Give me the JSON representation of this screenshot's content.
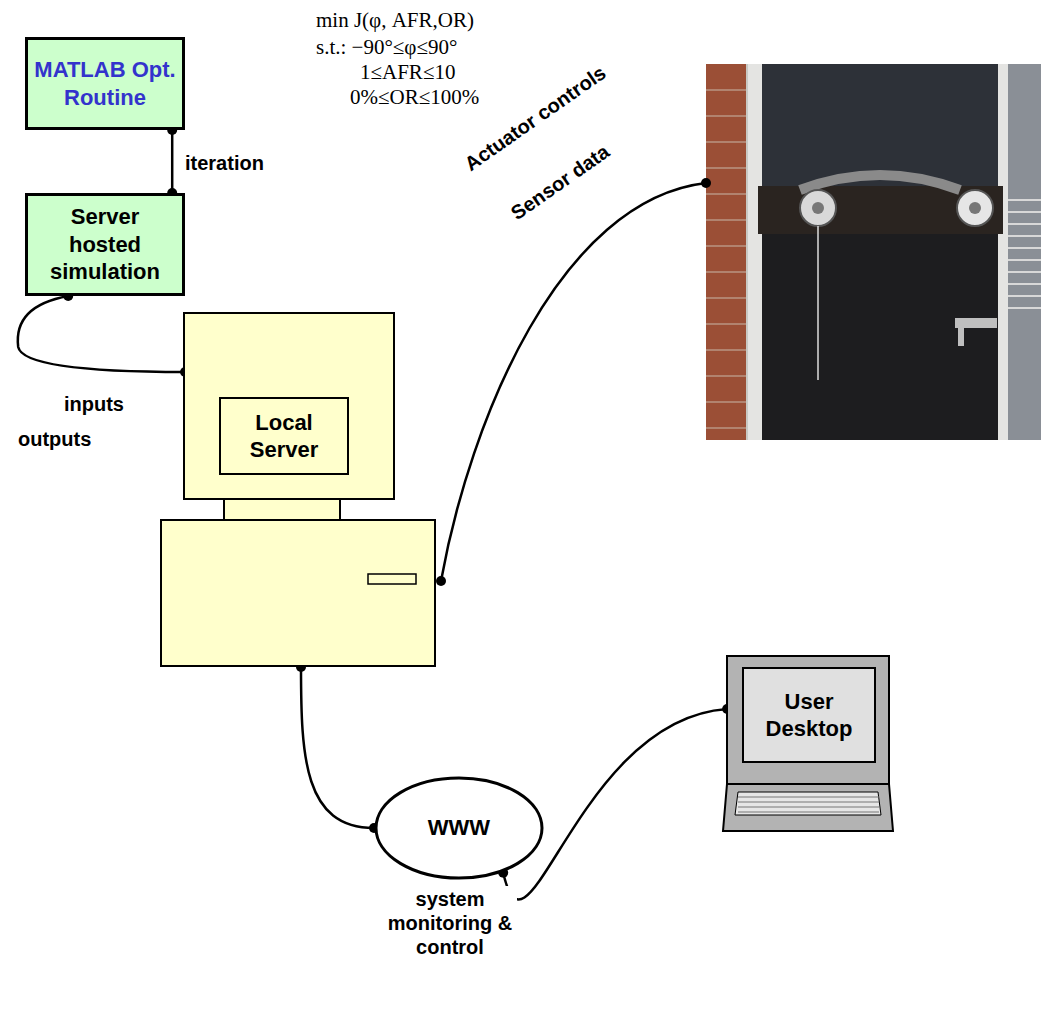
{
  "diagram": {
    "nodes": [
      {
        "text": [
          "MATLAB Opt. Routine"
        ]
      },
      {
        "text": [
          "Server hosted simulation"
        ]
      },
      {
        "text": [
          "Local Server"
        ]
      },
      {
        "text": [
          "WWW"
        ]
      },
      {
        "text": [
          "User Desktop"
        ]
      }
    ],
    "edges": [
      {
        "from": 0,
        "to": 1,
        "label": "iteration",
        "arrow": "none"
      },
      {
        "from": 1,
        "to": 2,
        "arrow": "none"
      },
      {
        "from": 2,
        "to": 3,
        "arrow": "none"
      },
      {
        "from": 3,
        "to": 4,
        "label": "system monitoring & control",
        "arrow": "none"
      }
    ],
    "labels": [
      "min J(φ, AFR,OR)",
      "s.t.: −90°≤φ≤90°",
      "1≤AFR≤10",
      "0%≤OR≤100%",
      "inputs",
      "outputs",
      "Actuator controls",
      "Sensor data"
    ]
  }
}
